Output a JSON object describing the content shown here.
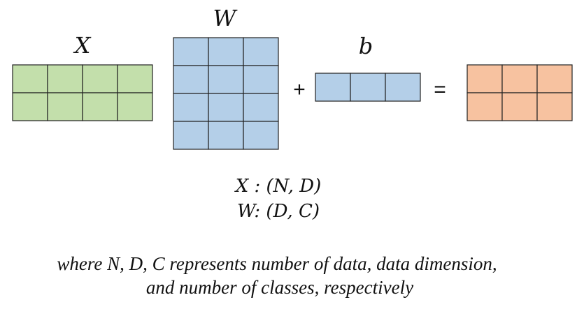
{
  "labels": {
    "x": "X",
    "w": "W",
    "b": "b"
  },
  "operators": {
    "plus": "+",
    "equals": "="
  },
  "matrices": {
    "x": {
      "rows": 2,
      "cols": 4,
      "color": "#c3dfab"
    },
    "w": {
      "rows": 4,
      "cols": 3,
      "color": "#b4cfe8"
    },
    "b": {
      "rows": 1,
      "cols": 3,
      "color": "#b4cfe8"
    },
    "out": {
      "rows": 2,
      "cols": 3,
      "color": "#f7c2a0"
    }
  },
  "shapes": {
    "line1": "X : (N, D)",
    "line2": "W: (D, C)"
  },
  "caption": {
    "line1": "where N, D, C represents number of data, data dimension,",
    "line2": "and number of classes, respectively"
  }
}
